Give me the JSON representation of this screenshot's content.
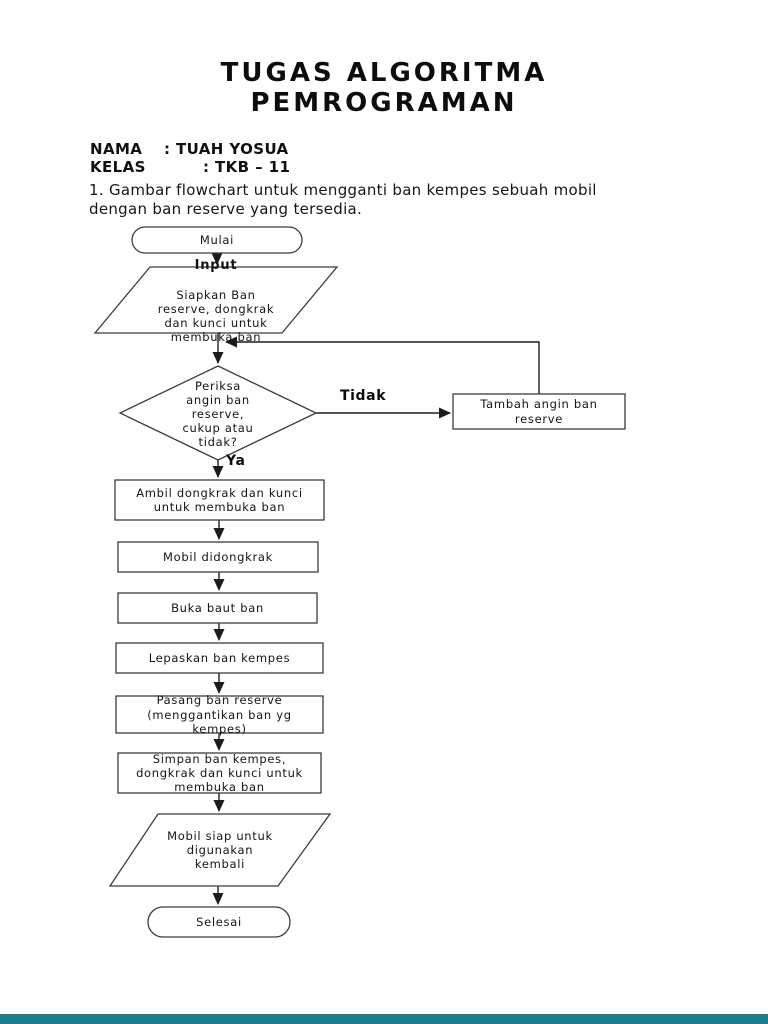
{
  "document": {
    "title": "TUGAS ALGORITMA\nPEMROGRAMAN",
    "fields": [
      {
        "label": "NAMA",
        "value": ": TUAH YOSUA"
      },
      {
        "label": "KELAS",
        "value": ": TKB – 11"
      }
    ],
    "task": "1. Gambar flowchart untuk mengganti ban kempes sebuah mobil\ndengan ban reserve yang tersedia."
  },
  "flowchart": {
    "start": "Mulai",
    "input_title": "Input",
    "input_body": "Siapkan Ban\nreserve, dongkrak\ndan kunci untuk\nmembuka ban",
    "decision": "Periksa\nangin ban\nreserve,\ncukup atau\ntidak?",
    "branch_no": "Tidak",
    "branch_yes": "Ya",
    "add_air": "Tambah angin ban\nreserve",
    "step1": "Ambil dongkrak dan kunci\nuntuk membuka ban",
    "step2": "Mobil didongkrak",
    "step3": "Buka baut ban",
    "step4": "Lepaskan ban kempes",
    "step5": "Pasang ban reserve\n(menggantikan ban yg\nkempes)",
    "step6": "Simpan ban kempes,\ndongkrak dan kunci untuk\nmembuka ban",
    "output": "Mobil siap untuk\ndigunakan\nkembali",
    "end": "Selesai"
  },
  "colors": {
    "footer_bar": "#1a7e8c",
    "shape_stroke": "#3c3c3c",
    "line_stroke": "#1c1c1c"
  }
}
